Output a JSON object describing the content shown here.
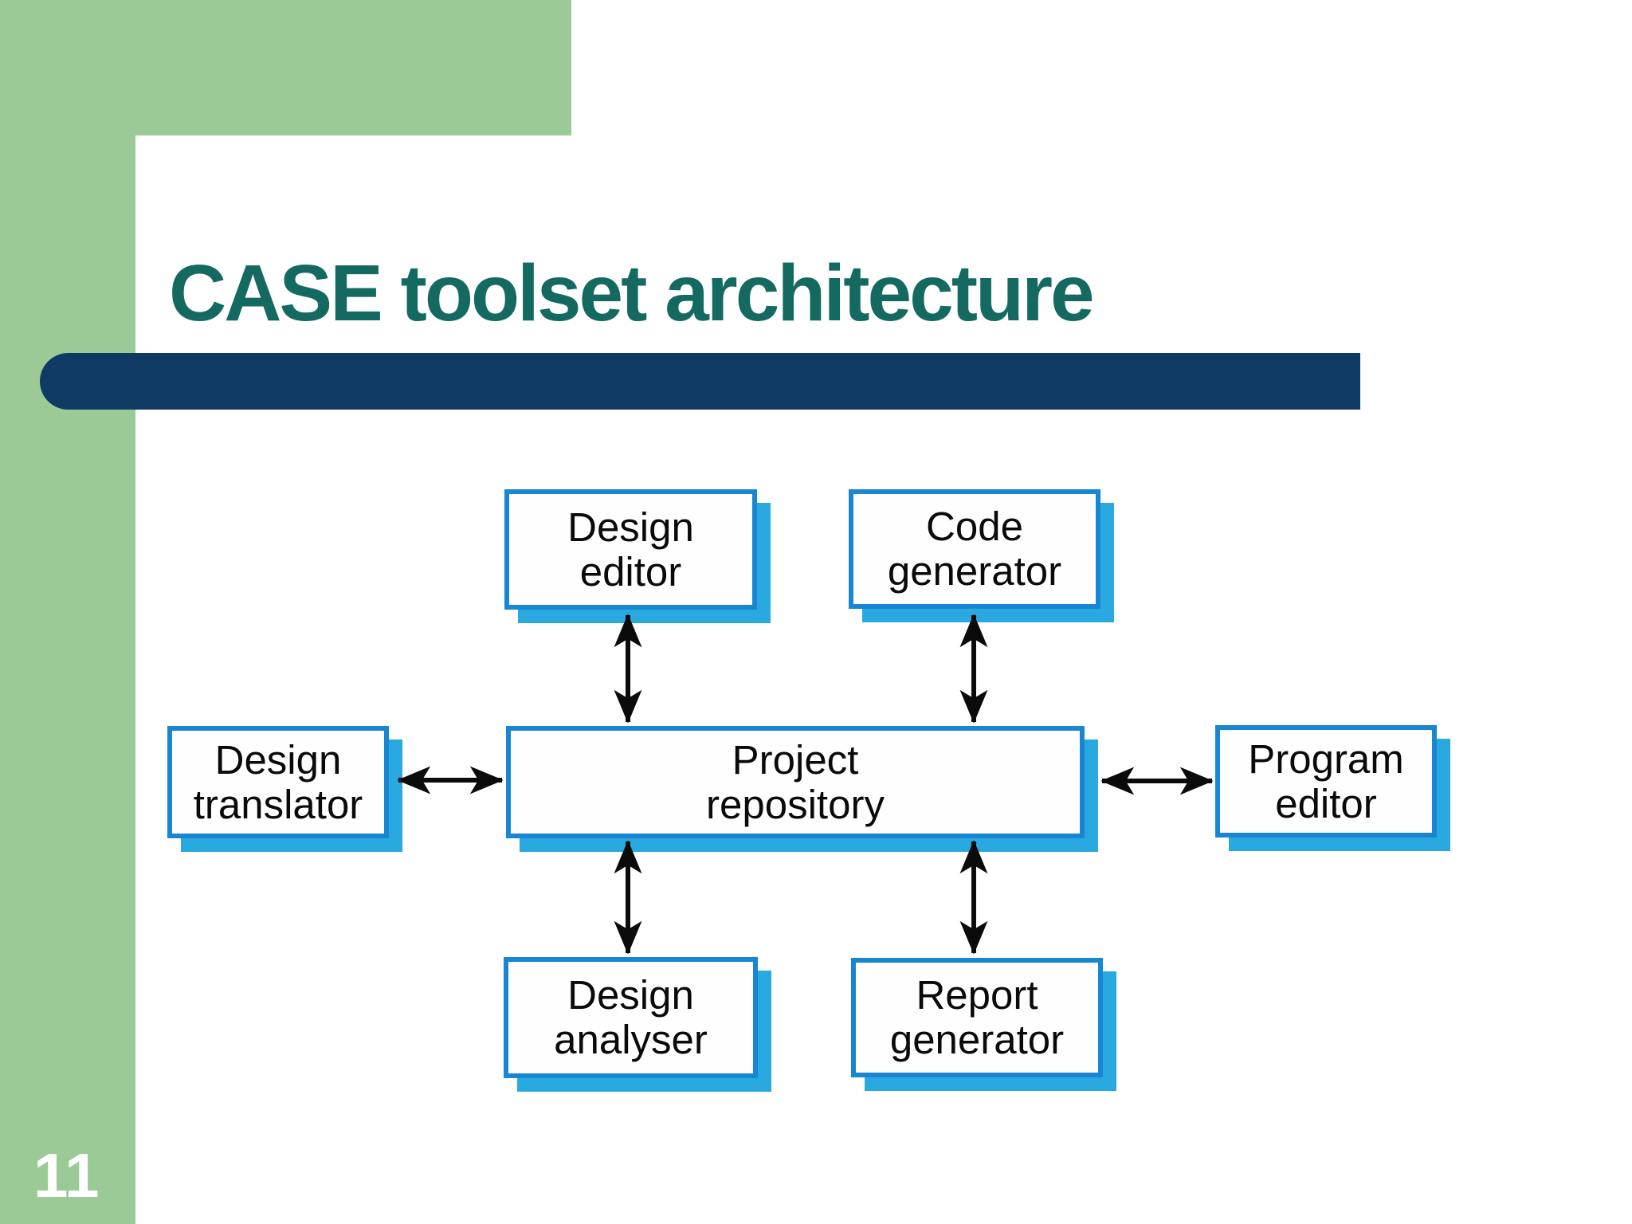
{
  "slide": {
    "title": "CASE toolset architecture",
    "page_number": "11"
  },
  "colors": {
    "sidebar_green": "#9BCA97",
    "accent_navy": "#0E3A64",
    "title_teal": "#146A60",
    "box_border_blue": "#1886D2",
    "box_shadow_cyan": "#2AA9E1",
    "box_fill": "#FEFEFE",
    "label_black": "#0A0A0A",
    "arrow_black": "#0B0B0B"
  },
  "diagram": {
    "nodes": [
      {
        "id": "design-editor",
        "line1": "Design",
        "line2": "editor"
      },
      {
        "id": "code-generator",
        "line1": "Code",
        "line2": "generator"
      },
      {
        "id": "design-translator",
        "line1": "Design",
        "line2": "translator"
      },
      {
        "id": "project-repository",
        "line1": "Project",
        "line2": "repository"
      },
      {
        "id": "program-editor",
        "line1": "Program",
        "line2": "editor"
      },
      {
        "id": "design-analyser",
        "line1": "Design",
        "line2": "analyser"
      },
      {
        "id": "report-generator",
        "line1": "Report",
        "line2": "generator"
      }
    ],
    "arrows": [
      {
        "from": "design-editor",
        "to": "project-repository",
        "bidirectional": true
      },
      {
        "from": "code-generator",
        "to": "project-repository",
        "bidirectional": true
      },
      {
        "from": "design-translator",
        "to": "project-repository",
        "bidirectional": true
      },
      {
        "from": "project-repository",
        "to": "program-editor",
        "bidirectional": true
      },
      {
        "from": "project-repository",
        "to": "design-analyser",
        "bidirectional": true
      },
      {
        "from": "project-repository",
        "to": "report-generator",
        "bidirectional": true
      }
    ]
  }
}
